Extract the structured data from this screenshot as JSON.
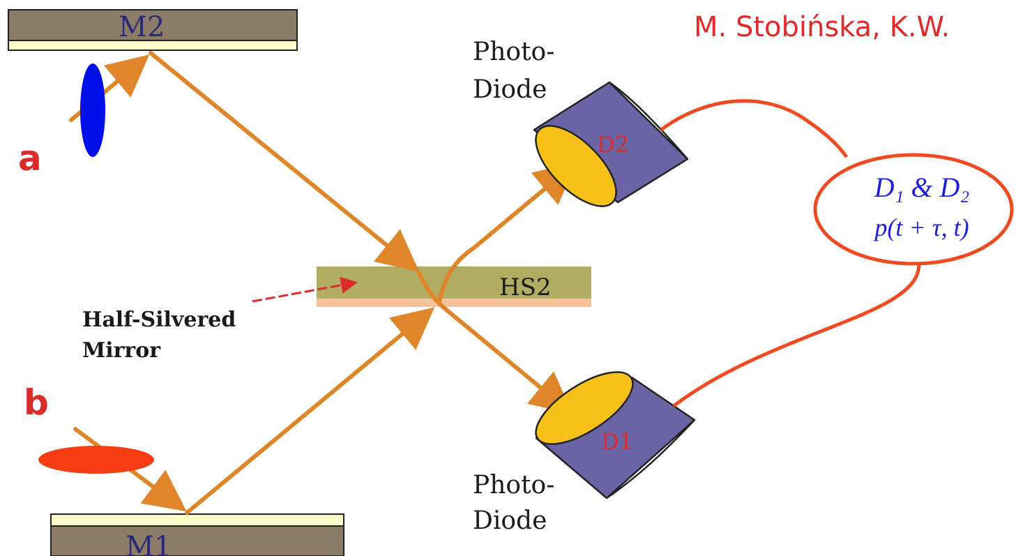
{
  "credit": "M. Stobińska, K.W.",
  "mirrors": {
    "m2": "M2",
    "m1": "M1",
    "hs2": "HS2"
  },
  "inputs": {
    "a": "a",
    "b": "b"
  },
  "detectors": {
    "d2": "D2",
    "d1": "D1",
    "top_label_line1": "Photo-",
    "top_label_line2": "Diode",
    "bottom_label_line1": "Photo-",
    "bottom_label_line2": "Diode"
  },
  "half_silvered_label": {
    "line1": "Half-Silvered",
    "line2": "Mirror"
  },
  "coincidence": {
    "line1": "D₁ & D₂",
    "line2": "p(t + τ, t)"
  },
  "colors": {
    "beam": "#e0862a",
    "wire": "#f04a22",
    "mirror_body": "#8c7b66",
    "mirror_coat": "#fdfbc8",
    "hs_body": "#b0ad62",
    "hs_coat": "#f6c29a",
    "detector_body": "#6a64a4",
    "detector_face": "#f6c21a",
    "polarizer_a": "#0010e8",
    "polarizer_b": "#f83c14",
    "credit": "#e22a2a",
    "label_red": "#dd2a2a",
    "math_blue": "#2020d8",
    "arrow_red": "#dd2a2a"
  }
}
